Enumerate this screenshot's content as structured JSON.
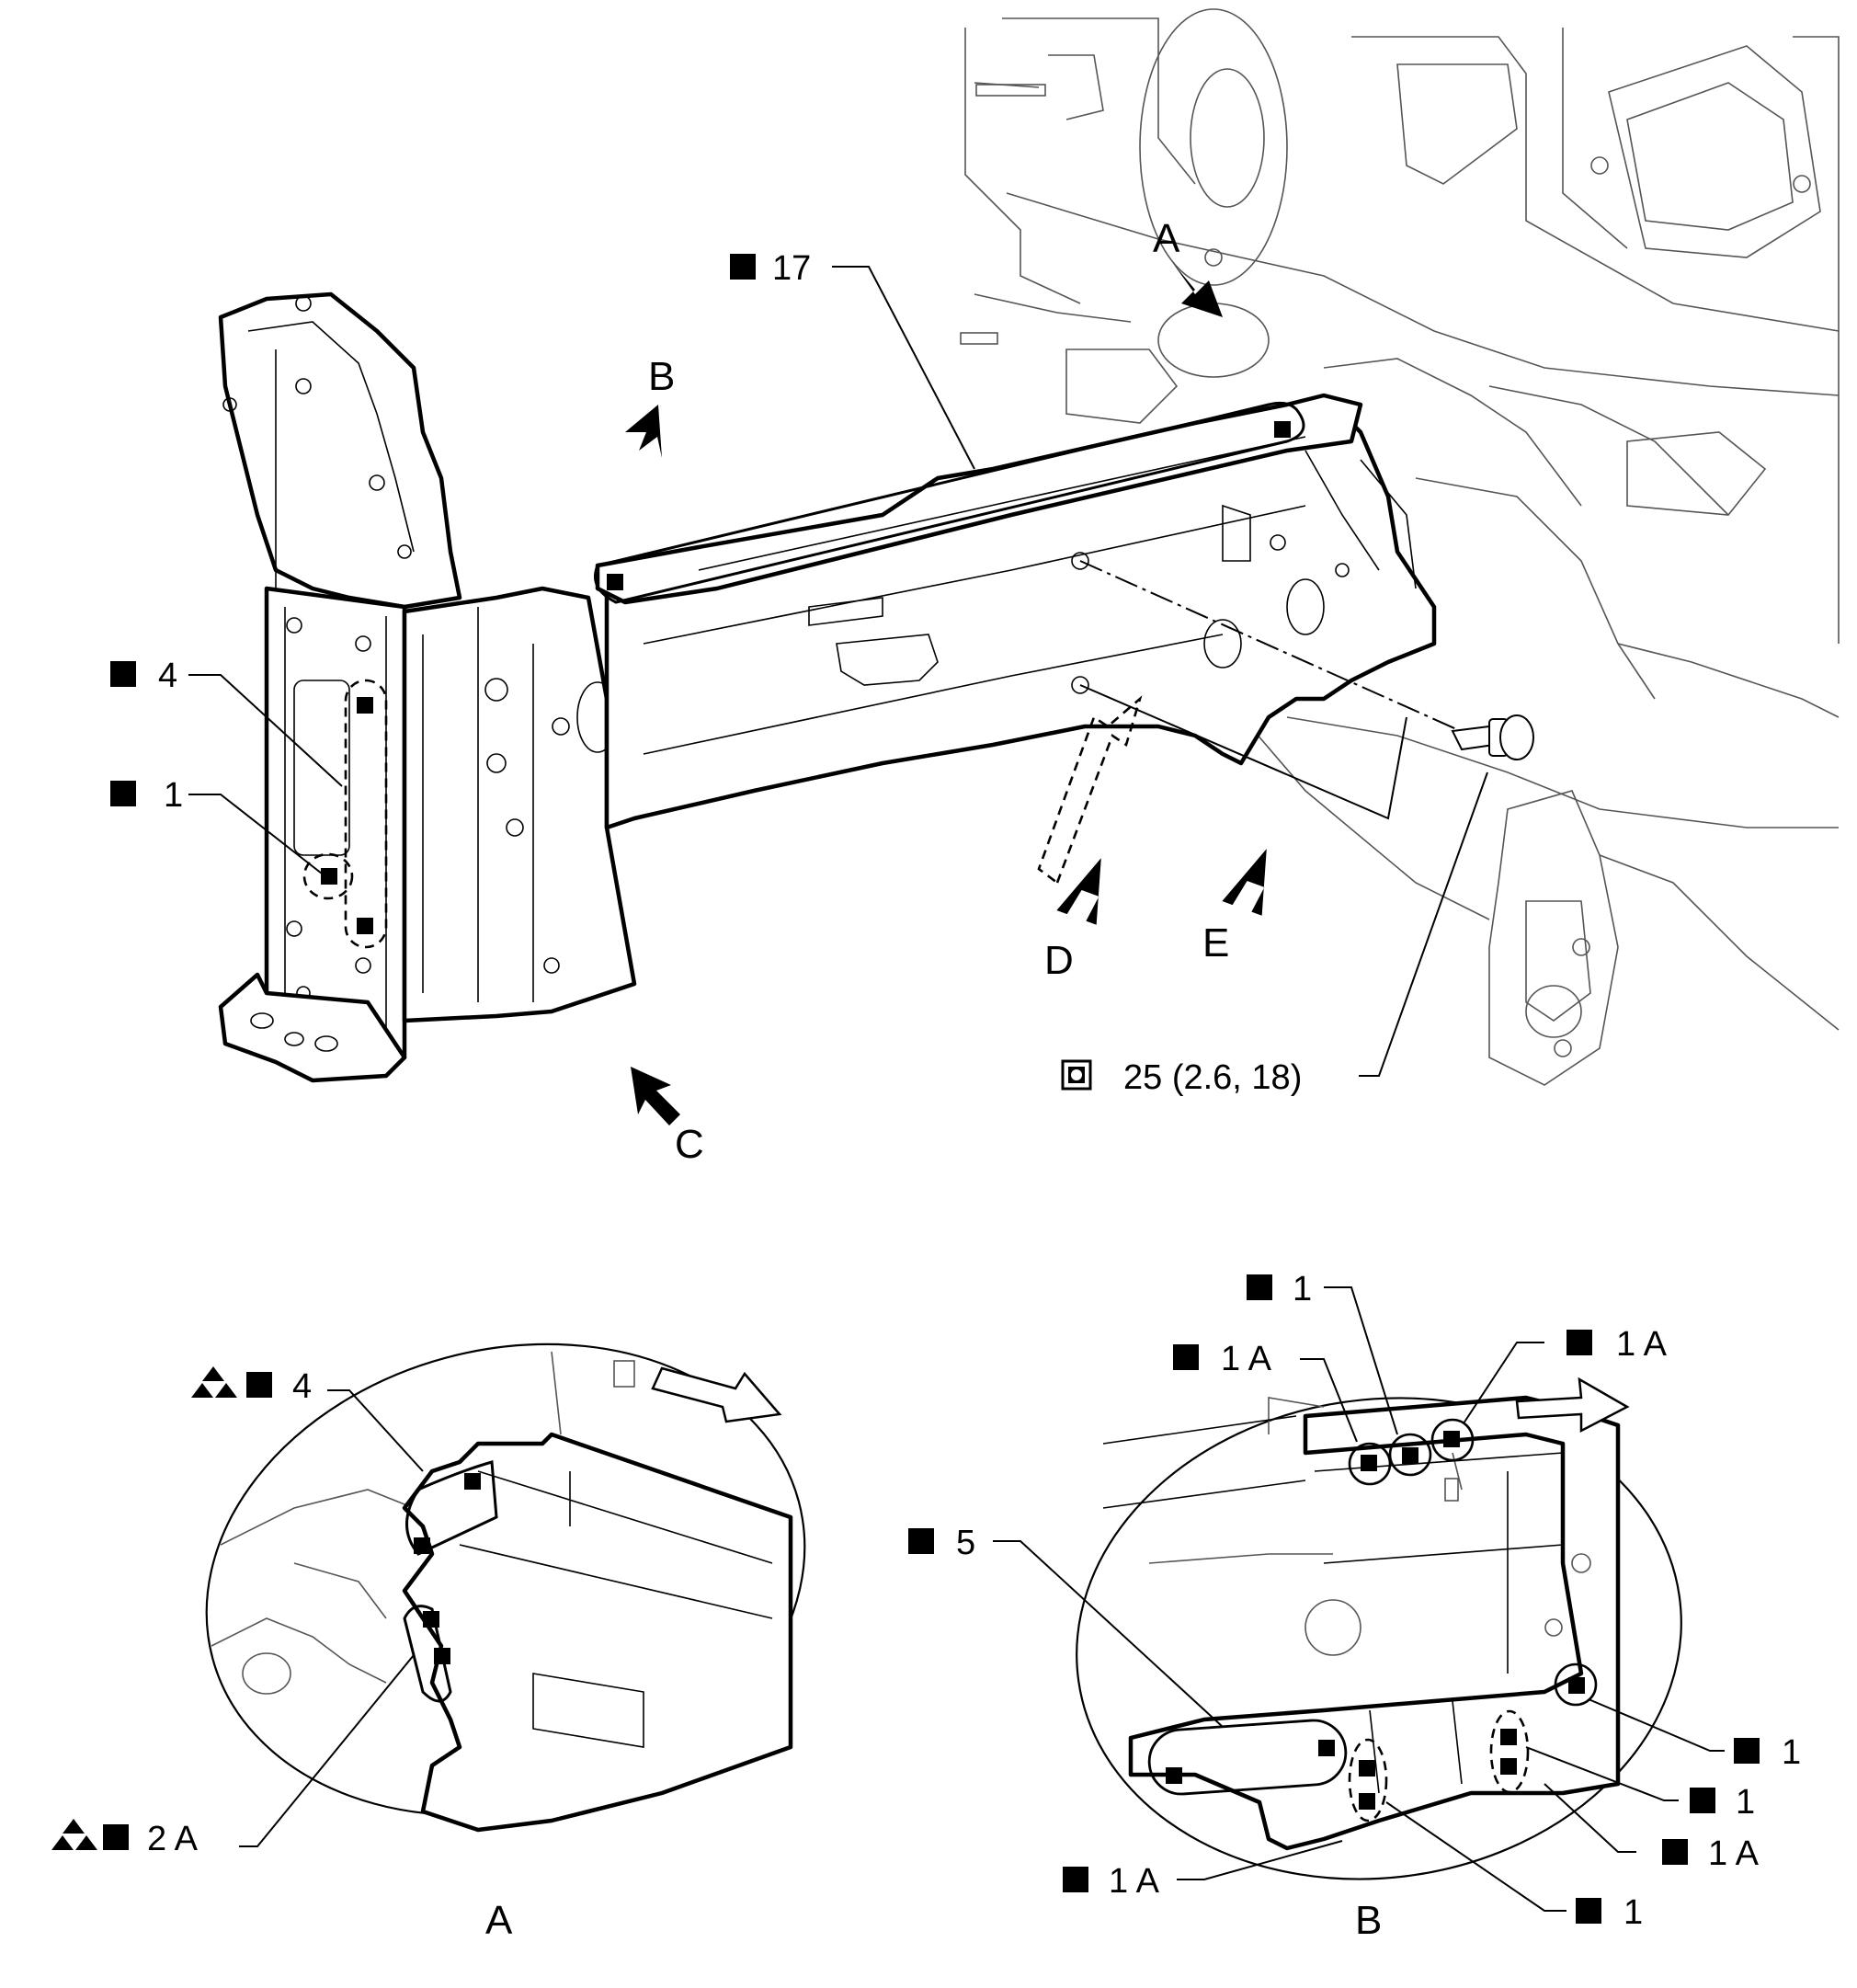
{
  "callouts": {
    "main_17": "17",
    "main_4": "4",
    "main_1": "1",
    "torque": "25 (2.6, 18)",
    "a_4": "4",
    "a_2a": "2 A",
    "b_1_top": "1",
    "b_1a_left": "1 A",
    "b_1a_right": "1 A",
    "b_5": "5",
    "b_1_r1": "1",
    "b_1_r2": "1",
    "b_1a_r3": "1 A",
    "b_1a_bl": "1 A",
    "b_1_bottom": "1"
  },
  "view_letters": {
    "A": "A",
    "B": "B",
    "C": "C",
    "D": "D",
    "E": "E"
  },
  "detail_labels": {
    "A": "A",
    "B": "B"
  },
  "icons": {
    "weld_spot": "filled-square-icon",
    "brazing": "triangle-pair-icon",
    "torque": "torque-wrench-icon"
  }
}
